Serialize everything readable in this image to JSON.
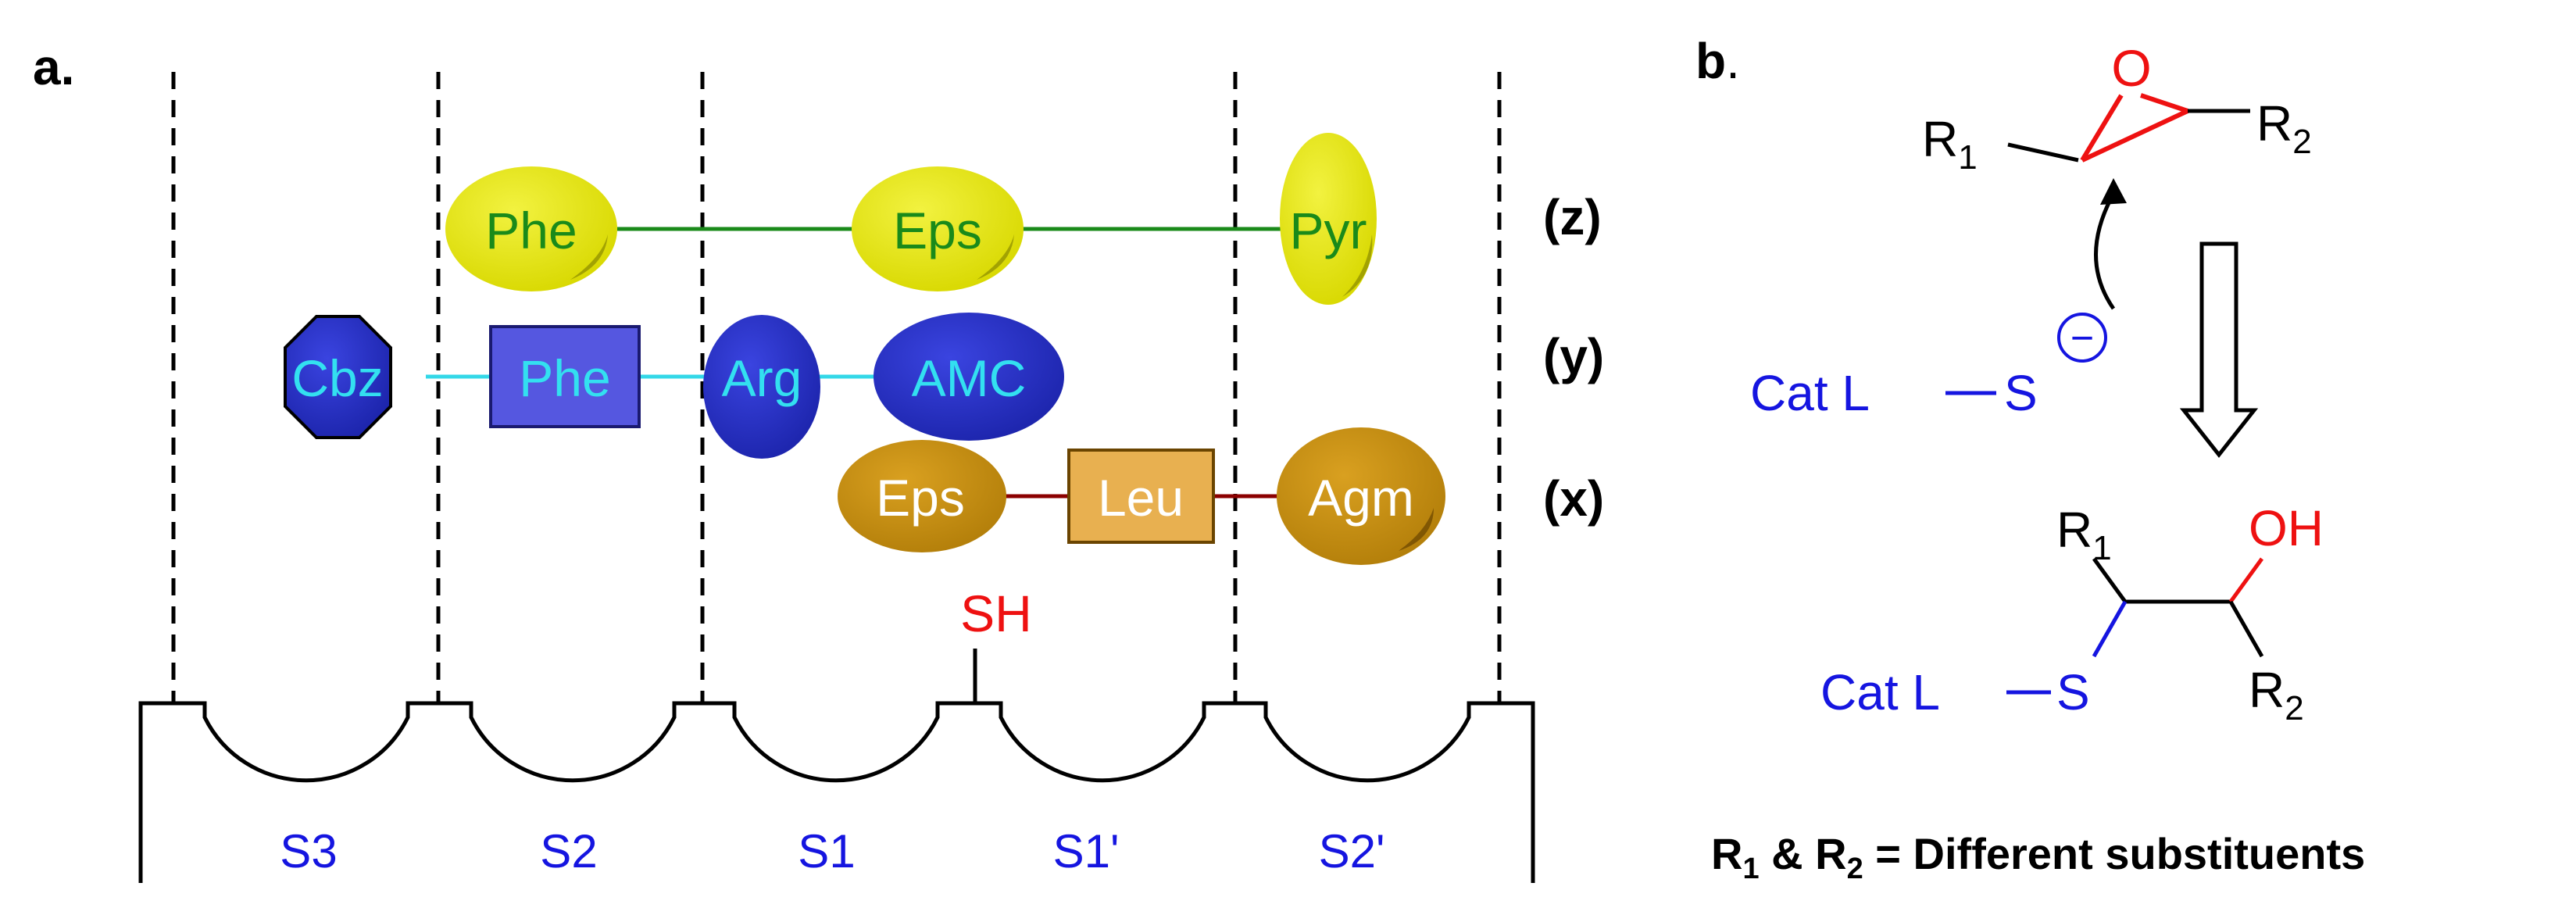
{
  "panel_a": {
    "label": "a.",
    "subsites": [
      "S3",
      "S2",
      "S1",
      "S1'",
      "S2'"
    ],
    "thiol": "SH",
    "rows": {
      "z": {
        "label": "(z)",
        "residues": [
          "Phe",
          "Eps",
          "Pyr"
        ]
      },
      "y": {
        "label": "(y)",
        "residues": [
          "Cbz",
          "Phe",
          "Arg",
          "AMC"
        ]
      },
      "x": {
        "label": "(x)",
        "residues": [
          "Eps",
          "Leu",
          "Agm"
        ]
      }
    }
  },
  "panel_b": {
    "label": "b",
    "label_dot": ".",
    "epoxide": {
      "oxygen": "O",
      "r1": "R",
      "r1_sub": "1",
      "r2": "R",
      "r2_sub": "2"
    },
    "nucleophile": {
      "cat_l": "Cat L",
      "s": "S",
      "charge": "−"
    },
    "product": {
      "r1": "R",
      "r1_sub": "1",
      "oh": "OH",
      "r2": "R",
      "r2_sub": "2",
      "cat_l": "Cat L",
      "s": "S"
    },
    "caption": {
      "r1": "R",
      "r1_sub": "1",
      "amp": " & R",
      "r2_sub": "2",
      "rest": " = Different substituents"
    }
  },
  "colors": {
    "ellipse_yellow": "#e6e60f",
    "text_green": "#1a8a1a",
    "line_green": "#1a8a1a",
    "blue_shape": "#2630c8",
    "blue_box": "#5557e0",
    "text_cyan": "#33e0f0",
    "line_cyan": "#33d8e8",
    "gold_ellipse": "#c8900e",
    "gold_box": "#e8b050",
    "line_darkred": "#8b0000",
    "red": "#ee1111",
    "blue_text": "#1515e0"
  }
}
